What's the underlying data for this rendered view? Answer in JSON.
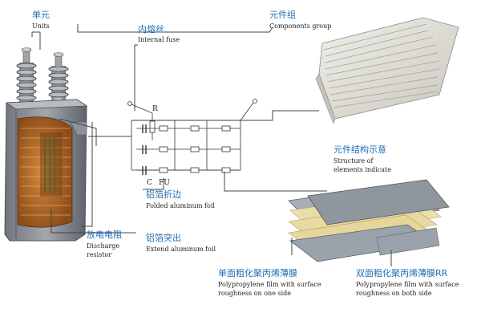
{
  "labels": {
    "units": {
      "cn": "单元",
      "en": "Units"
    },
    "internal_fuse": {
      "cn": "内熔丝",
      "en": "Internal fuse"
    },
    "components_group": {
      "cn": "元件组",
      "en": "Components group"
    },
    "structure": {
      "cn": "元件结构示意",
      "en1": "Structure of",
      "en2": "elements indicate"
    },
    "folded_foil": {
      "cn": "铝箔折边",
      "en": "Folded aluminum foil"
    },
    "discharge_resistor": {
      "cn": "放电电阻",
      "en1": "Discharge",
      "en2": "resistor"
    },
    "extend_foil": {
      "cn": "铝箔突出",
      "en": "Extend aluminum foil"
    },
    "pp_one_side": {
      "cn": "单面粗化聚丙烯薄膜",
      "en1": "Polypropylene film with surface",
      "en2": "roughness on one side"
    },
    "pp_both_side": {
      "cn": "双面粗化聚丙烯薄膜RR",
      "en1": "Polypropylene film with surface",
      "en2": "roughness on both  side"
    }
  },
  "circuit": {
    "r_label": "R",
    "c_label": "C",
    "fu_label": "FU"
  },
  "colors": {
    "label_blue": "#1f6fb5",
    "line": "#333333",
    "case": "#8a8f96",
    "film": "#e8d9a0",
    "foil": "#9aa2ab"
  }
}
